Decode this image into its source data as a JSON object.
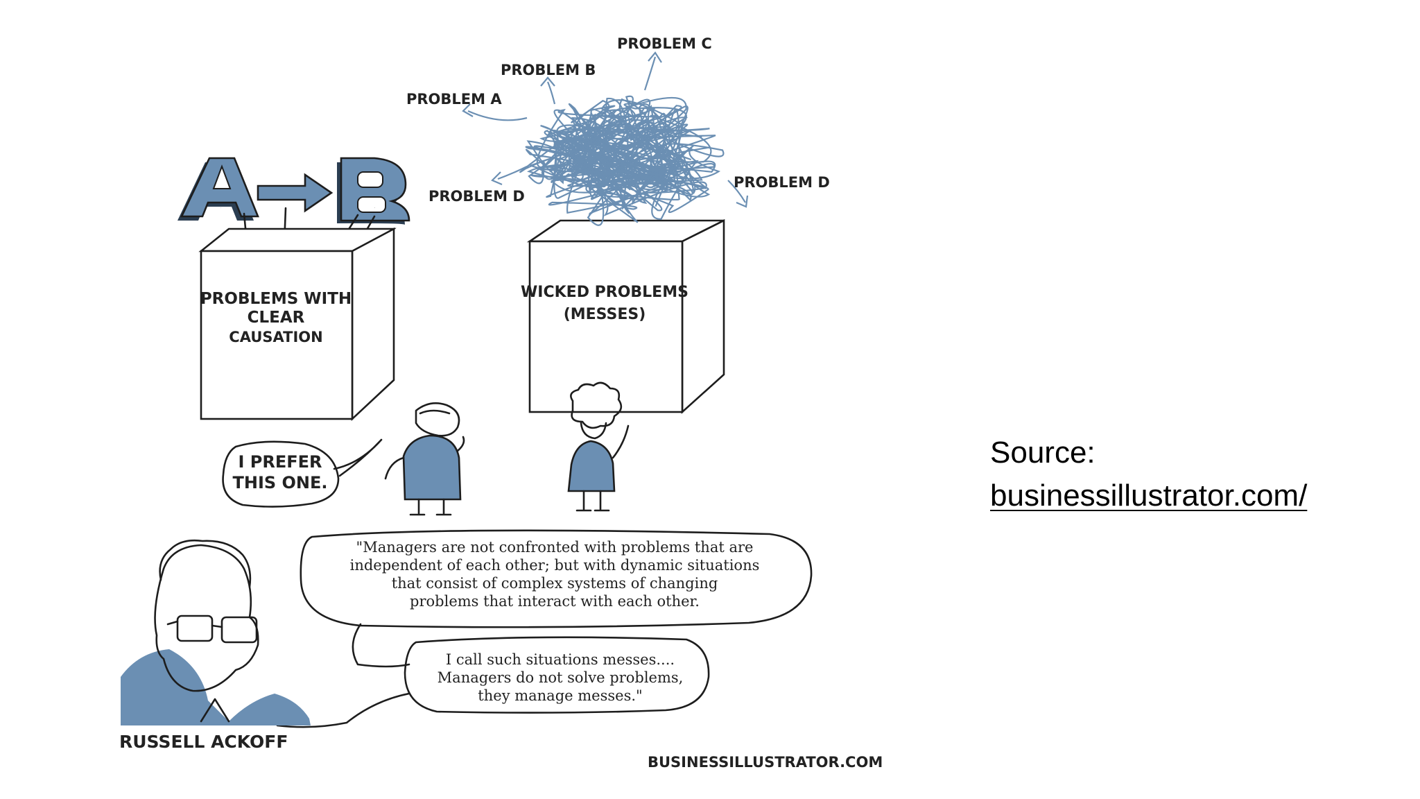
{
  "cartoon": {
    "letter_a": "A",
    "letter_b": "B",
    "problem_a": "PROBLEM A",
    "problem_b": "PROBLEM B",
    "problem_c": "PROBLEM C",
    "problem_d_left": "PROBLEM D",
    "problem_d_right": "PROBLEM D",
    "box_left_lines": [
      "PROBLEMS WITH",
      "CLEAR",
      "CAUSATION"
    ],
    "box_right_lines": [
      "WICKED PROBLEMS",
      "(MESSES)"
    ],
    "bubble_prefer_lines": [
      "I PREFER",
      "THIS ONE."
    ],
    "quote_top_lines": [
      "\"Managers are not confronted with problems that are",
      "independent of each other; but with dynamic situations",
      "that consist of complex systems of changing",
      "problems that interact with each other."
    ],
    "quote_bottom_lines": [
      "I call such situations messes....",
      "Managers do not solve problems,",
      "they manage messes.\""
    ],
    "name_label": "RUSSELL ACKOFF",
    "credit": "BUSINESSILLUSTRATOR.COM",
    "accent_color": "#6b8fb3"
  },
  "source": {
    "label": "Source:",
    "link_text": "businessillustrator.com/"
  }
}
